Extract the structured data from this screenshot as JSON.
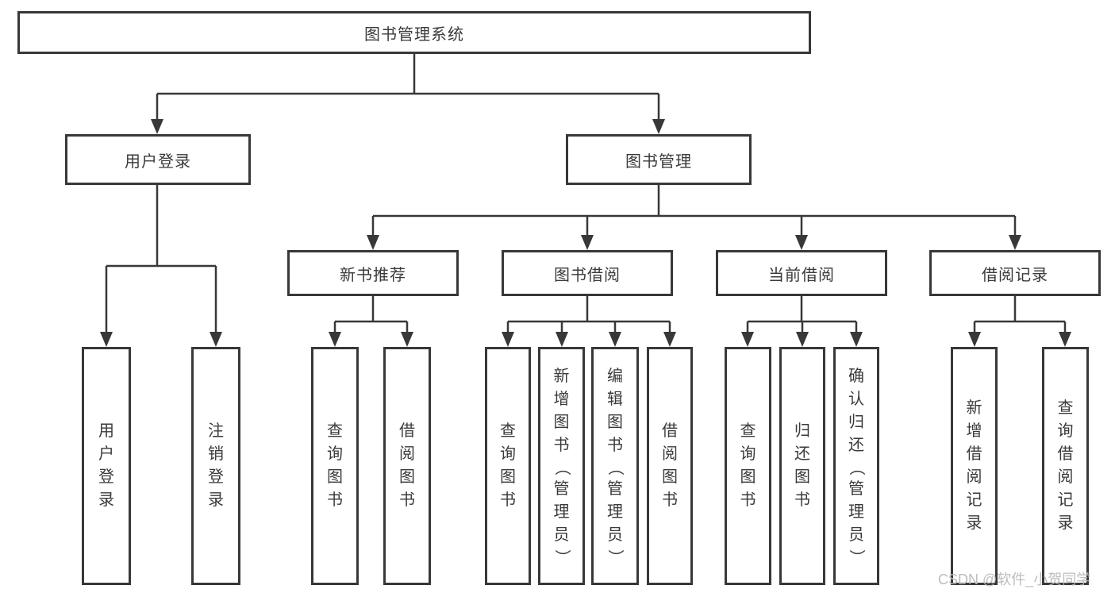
{
  "diagram": {
    "title": "图书管理系统",
    "tree": {
      "root": "图书管理系统",
      "user_login": {
        "label": "用户登录",
        "children": [
          "用户登录",
          "注销登录"
        ]
      },
      "book_mgmt": {
        "label": "图书管理",
        "groups": {
          "new_books": {
            "label": "新书推荐",
            "children": [
              "查询图书",
              "借阅图书"
            ]
          },
          "book_borrow": {
            "label": "图书借阅",
            "children": [
              "查询图书",
              "新增图书（管理员）",
              "编辑图书（管理员）",
              "借阅图书"
            ]
          },
          "current_borrow": {
            "label": "当前借阅",
            "children": [
              "查询图书",
              "归还图书",
              "确认归还（管理员）"
            ]
          },
          "borrow_records": {
            "label": "借阅记录",
            "children": [
              "新增借阅记录",
              "查询借阅记录"
            ]
          }
        }
      }
    }
  },
  "watermark": "CSDN @软件_小贺同学",
  "colors": {
    "line": "#383838",
    "text": "#3a3a3a",
    "background": "#ffffff",
    "watermark": "#b9b9b9"
  }
}
